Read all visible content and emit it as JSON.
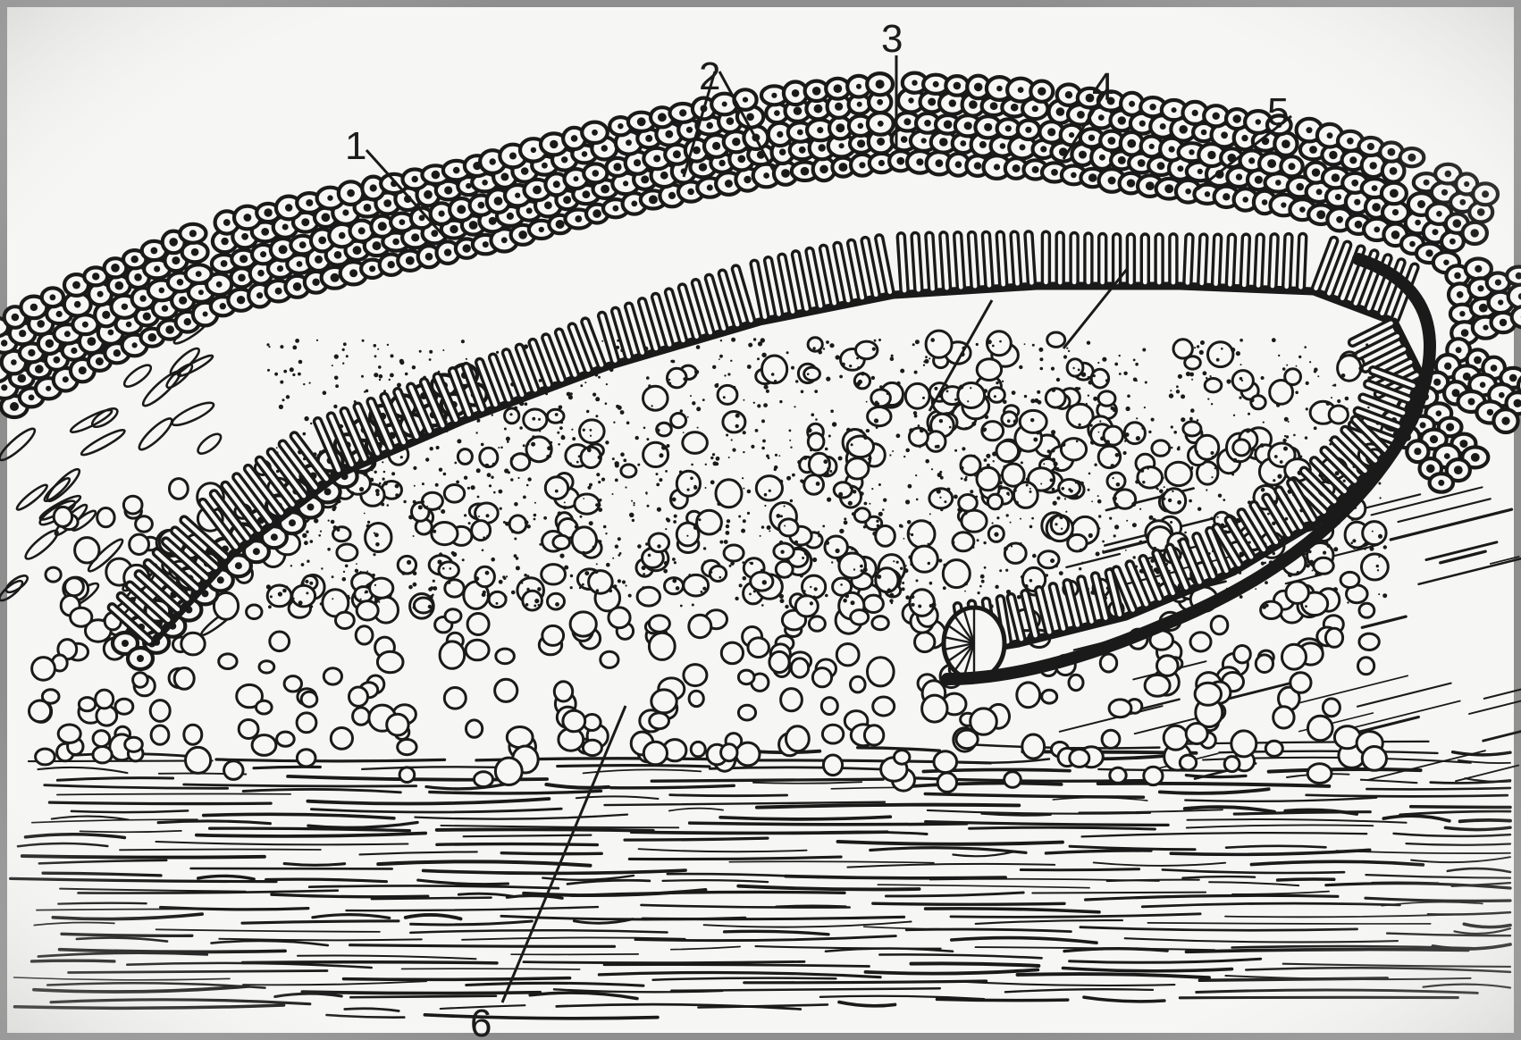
{
  "figure": {
    "labels": [
      "1",
      "2",
      "3",
      "4",
      "5",
      "6"
    ],
    "colors": {
      "ink": "#1a1a1a",
      "paper": "#f7f7f5",
      "frame": "#8a8a8a",
      "scan_gray": "#d5d8df"
    }
  }
}
